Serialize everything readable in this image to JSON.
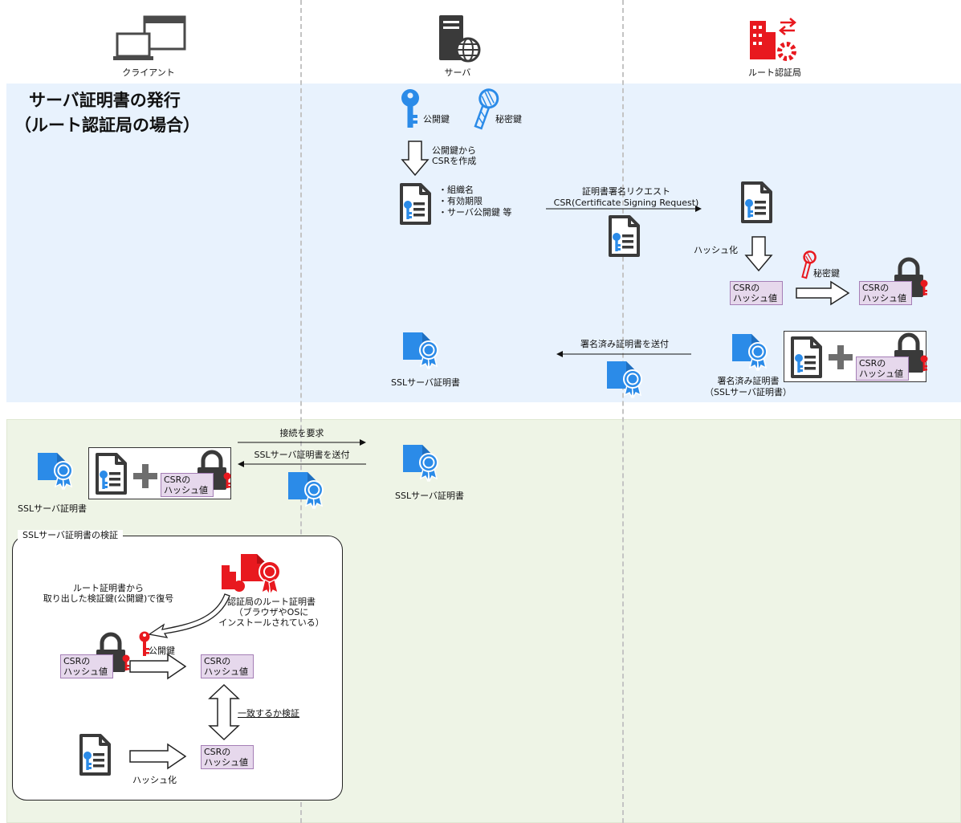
{
  "lanes": {
    "client": "クライアント",
    "server": "サーバ",
    "root_ca": "ルート認証局"
  },
  "title": {
    "line1": "サーバ証明書の発行",
    "line2": "（ルート認証局の場合）"
  },
  "issuance": {
    "public_key": "公開鍵",
    "private_key": "秘密鍵",
    "csr_create": {
      "line1": "公開鍵から",
      "line2": "CSRを作成"
    },
    "csr_fields": [
      "・組織名",
      "・有効期限",
      "・サーバ公開鍵 等"
    ],
    "request": {
      "line1": "証明書署名リクエスト",
      "line2": "CSR(Certificate Signing Request)"
    },
    "hashing": "ハッシュ化",
    "ca_private_key": "秘密鍵",
    "csr_hash": {
      "line1": "CSRの",
      "line2": "ハッシュ値"
    },
    "send_signed": "署名済み証明書を送付",
    "signed_cert": {
      "line1": "署名済み証明書",
      "line2": "（SSLサーバ証明書）"
    },
    "ssl_cert": "SSLサーバ証明書"
  },
  "connection": {
    "request_connection": "接続を要求",
    "send_cert": "SSLサーバ証明書を送付",
    "client_cert": "SSLサーバ証明書",
    "server_cert": "SSLサーバ証明書"
  },
  "verification": {
    "box_title": "SSLサーバ証明書の検証",
    "decrypt_note": {
      "line1": "ルート証明書から",
      "line2": "取り出した検証鍵(公開鍵)で復号"
    },
    "root_cert": {
      "line1": "認証局のルート証明書",
      "line2": "（ブラウザやOSに",
      "line3": "インストールされている）"
    },
    "public_key": "公開鍵",
    "compare": "一致するか検証",
    "hashing": "ハッシュ化"
  },
  "colors": {
    "blue": "#2b8be8",
    "red": "#e8191f",
    "dark": "#3a3a3a",
    "hash_fill": "#e6d8ec",
    "hash_border": "#a57fb6"
  }
}
